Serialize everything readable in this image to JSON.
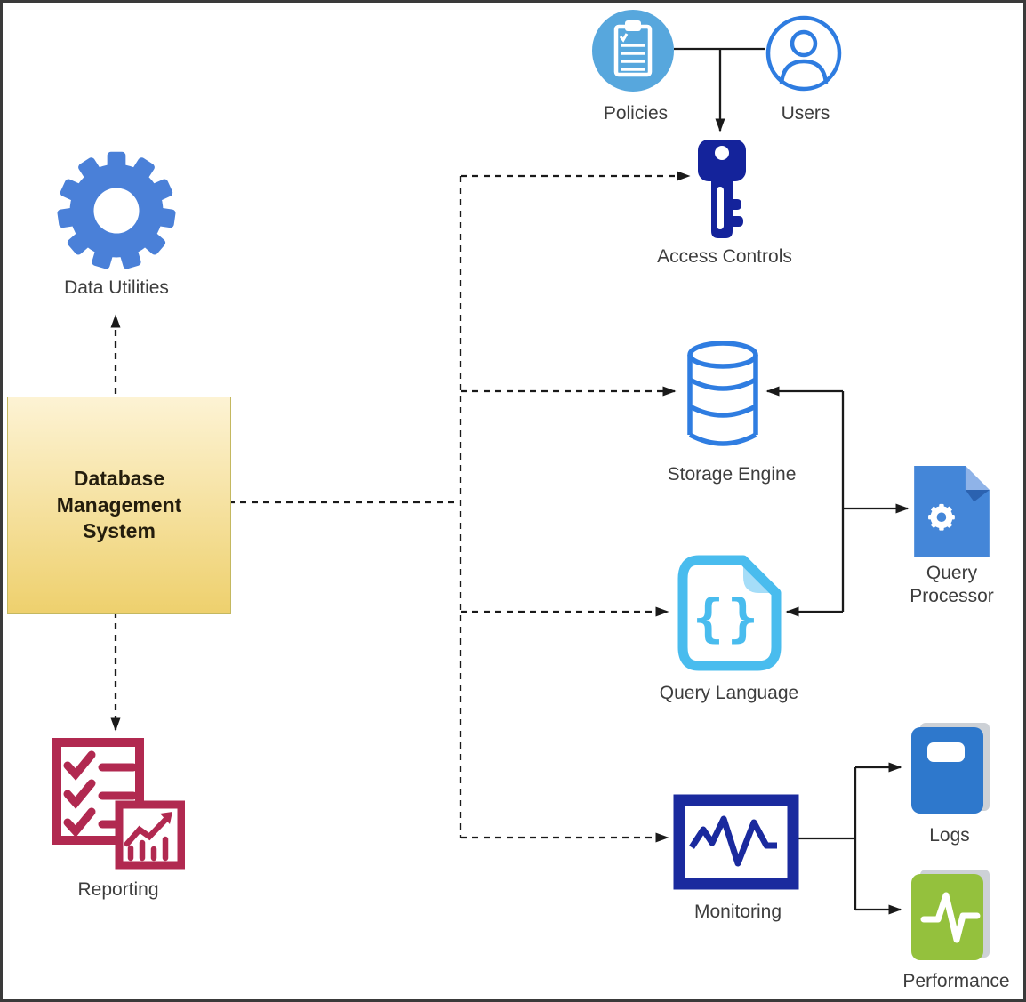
{
  "diagram": {
    "kind": "dbms-architecture-diagram",
    "nodes": {
      "policies": {
        "label": "Policies",
        "icon": "clipboard-icon"
      },
      "users": {
        "label": "Users",
        "icon": "person-icon"
      },
      "access_controls": {
        "label": "Access Controls",
        "icon": "key-icon"
      },
      "data_utilities": {
        "label": "Data Utilities",
        "icon": "gear-icon"
      },
      "dbms": {
        "label": "Database Management System",
        "icon": "yellow-box"
      },
      "reporting": {
        "label": "Reporting",
        "icon": "checklist-chart-icon"
      },
      "storage_engine": {
        "label": "Storage Engine",
        "icon": "database-cylinder-icon"
      },
      "query_language": {
        "label": "Query Language",
        "icon": "braces-document-icon"
      },
      "query_processor": {
        "label": "Query Processor",
        "icon": "gear-document-icon"
      },
      "monitoring": {
        "label": "Monitoring",
        "icon": "line-chart-monitor-icon"
      },
      "logs": {
        "label": "Logs",
        "icon": "book-icon"
      },
      "performance": {
        "label": "Performance",
        "icon": "pulse-book-icon"
      }
    },
    "glyphs": {
      "braces": "{}"
    },
    "edges": [
      {
        "from": "policies",
        "to": "users",
        "style": "solid",
        "arrow": false
      },
      {
        "from": "policies+users",
        "to": "access_controls",
        "style": "solid",
        "arrow": true
      },
      {
        "from": "dbms",
        "to": "data_utilities",
        "style": "dashed",
        "arrow": true
      },
      {
        "from": "dbms",
        "to": "reporting",
        "style": "dashed",
        "arrow": true
      },
      {
        "from": "dbms",
        "to": "access_controls",
        "style": "dashed",
        "arrow": true
      },
      {
        "from": "dbms",
        "to": "storage_engine",
        "style": "dashed",
        "arrow": true
      },
      {
        "from": "dbms",
        "to": "query_language",
        "style": "dashed",
        "arrow": true
      },
      {
        "from": "dbms",
        "to": "monitoring",
        "style": "dashed",
        "arrow": true
      },
      {
        "from": "junction",
        "to": "storage_engine",
        "style": "solid",
        "arrow": true
      },
      {
        "from": "junction",
        "to": "query_language",
        "style": "solid",
        "arrow": true
      },
      {
        "from": "junction",
        "to": "query_processor",
        "style": "solid",
        "arrow": true
      },
      {
        "from": "monitoring",
        "to": "logs",
        "style": "solid",
        "arrow": true
      },
      {
        "from": "monitoring",
        "to": "performance",
        "style": "solid",
        "arrow": true
      }
    ],
    "colors": {
      "canvas_border": "#3a3a3a",
      "connector_black": "#1a1a1a",
      "label_text": "#3d3d3d",
      "policies_blue": "#57a7dd",
      "users_blue": "#2e7ce0",
      "key_navy": "#14239b",
      "gear_blue": "#4a80d8",
      "dbms_top": "#fdf3d4",
      "dbms_bottom": "#eed06d",
      "dbms_border": "#c4b860",
      "dbms_text": "#241d0d",
      "reporting_crimson": "#b12950",
      "storage_blue": "#2f7de1",
      "querylang_sky": "#49bcee",
      "querylang_fold": "#a5ddf8",
      "queryproc_blue": "#4486d8",
      "queryproc_fold_light": "#8fb3e8",
      "queryproc_fold_dark": "#2b62b0",
      "monitoring_navy": "#1a2a9e",
      "logs_blue": "#2e78cc",
      "performance_green": "#94c13d",
      "book_pages": "#cdd1d6"
    }
  }
}
